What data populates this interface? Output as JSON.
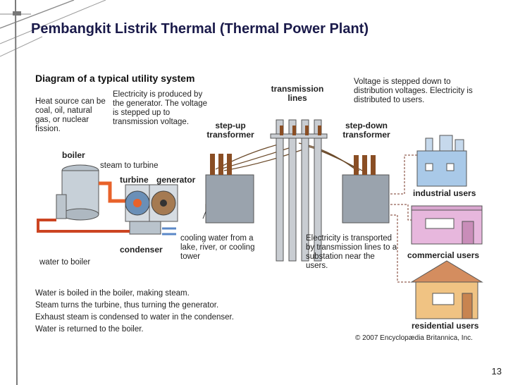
{
  "slide": {
    "title": "Pembangkit Listrik Thermal (Thermal Power Plant)",
    "page_number": "13"
  },
  "diagram": {
    "heading": "Diagram of a typical utility system",
    "labels": {
      "heat_source": "Heat source can be coal, oil, natural gas, or nuclear fission.",
      "electricity_produced": "Electricity is produced by the generator. The voltage is stepped up to transmission voltage.",
      "transmission_lines": "transmission lines",
      "step_down_note": "Voltage is stepped down to distribution voltages. Electricity is distributed to users.",
      "step_up_transformer": "step-up transformer",
      "step_down_transformer": "step-down transformer",
      "boiler": "boiler",
      "steam_to_turbine": "steam to turbine",
      "turbine": "turbine",
      "generator": "generator",
      "industrial_users": "industrial users",
      "commercial_users": "commercial users",
      "residential_users": "residential users",
      "condenser": "condenser",
      "cooling_water": "cooling water from a lake, river, or cooling tower",
      "transported": "Electricity is transported by transmission lines to a substation near the users.",
      "water_to_boiler": "water to boiler"
    },
    "notes": [
      "Water is boiled in the boiler, making steam.",
      "Steam turns the turbine, thus turning the generator.",
      "Exhaust steam is condensed to water in the condenser.",
      "Water is returned to the boiler."
    ],
    "copyright": "© 2007 Encyclopædia Britannica, Inc."
  },
  "colors": {
    "title": "#1a1a4a",
    "steam_pipe": "#e8622a",
    "water_pipe": "#cc4422",
    "cable": "#6b4a2a",
    "transformer": "#9aa3ad",
    "insulator": "#8a4e24",
    "industrial": "#a9c9e8",
    "commercial": "#e7b7dd",
    "residential": "#f0c383",
    "dashed_line": "#7a3a2a"
  }
}
